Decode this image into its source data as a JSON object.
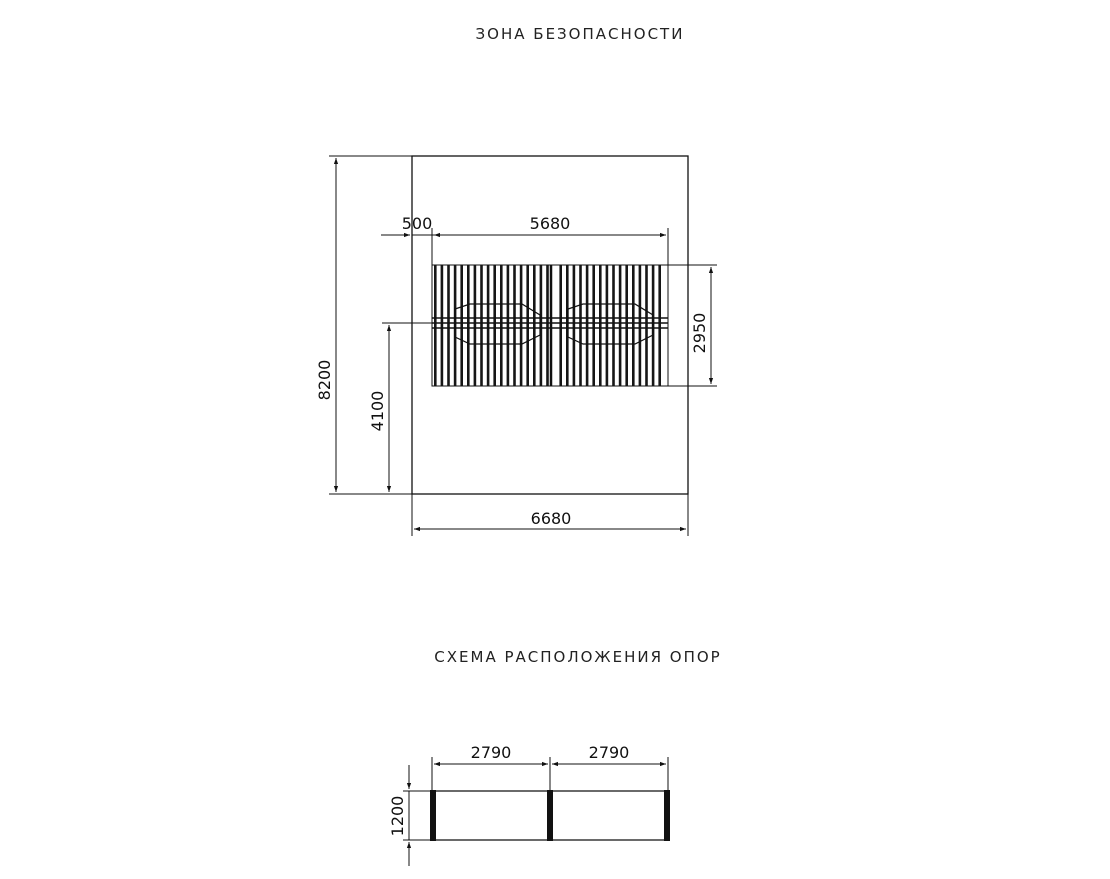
{
  "titles": {
    "safety_zone": "ЗОНА БЕЗОПАСНОСТИ",
    "support_layout": "СХЕМА РАСПОЛОЖЕНИЯ ОПОР"
  },
  "plan": {
    "dims": {
      "offset": "500",
      "length": "5680",
      "width": "2950",
      "zone_height": "8200",
      "to_center": "4100",
      "zone_width": "6680"
    }
  },
  "supports": {
    "dims": {
      "span_left": "2790",
      "span_right": "2790",
      "depth": "1200"
    }
  },
  "colors": {
    "line": "#111111",
    "background": "#ffffff"
  }
}
